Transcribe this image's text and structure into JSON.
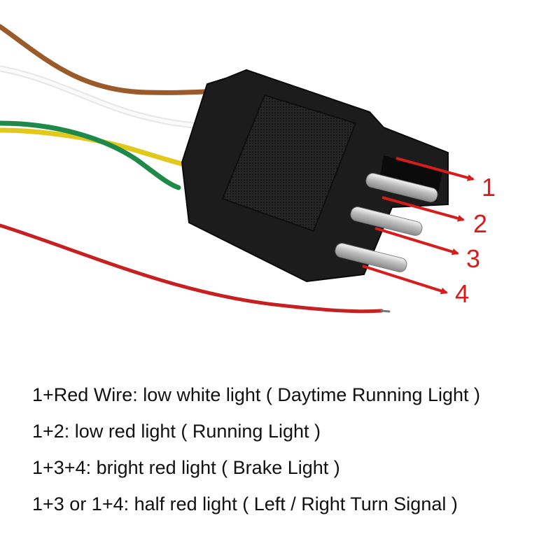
{
  "colors": {
    "annotation": "#d81b1b",
    "connector_body": "#1c1c1c",
    "pin_metal": "#c9c9c9",
    "wire_brown": "#9a5a2a",
    "wire_white": "#f4f4f4",
    "wire_yellow": "#e2c81b",
    "wire_green": "#1e8a4a",
    "wire_red": "#c62020"
  },
  "pins": [
    {
      "number": "1"
    },
    {
      "number": "2"
    },
    {
      "number": "3"
    },
    {
      "number": "4"
    }
  ],
  "legend": [
    {
      "text": "1+Red Wire: low white light ( Daytime Running Light )"
    },
    {
      "text": "1+2: low red light ( Running Light )"
    },
    {
      "text": "1+3+4: bright red light ( Brake Light )"
    },
    {
      "text": "1+3 or 1+4: half red light ( Left / Right Turn Signal )"
    }
  ]
}
